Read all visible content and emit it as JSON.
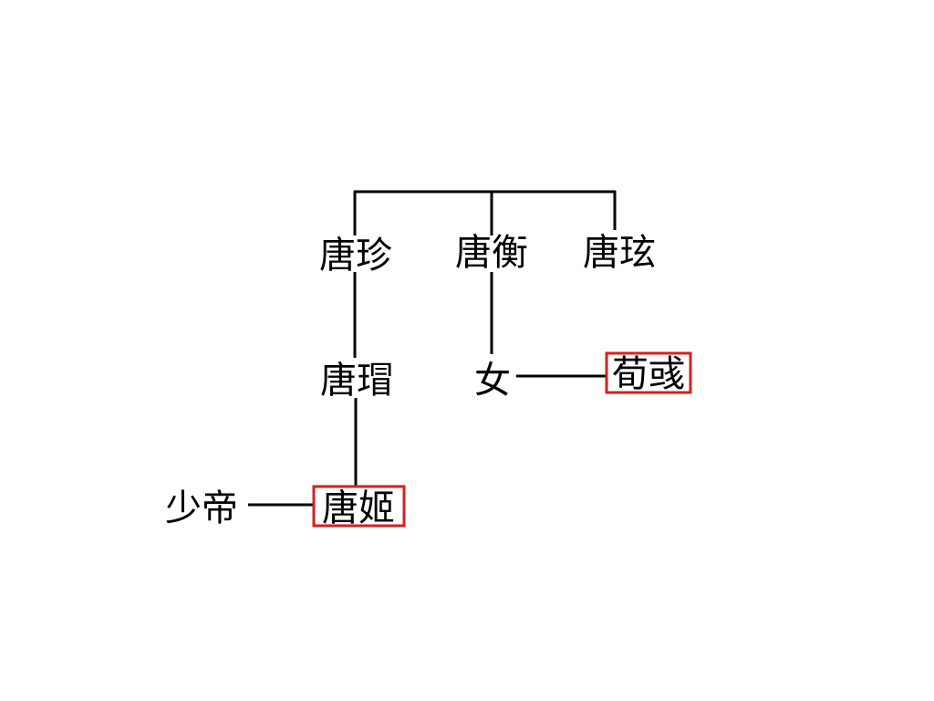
{
  "colors": {
    "line": "#000000",
    "highlight": "#d42020",
    "text": "#000000"
  },
  "people": {
    "tang_zhen": "唐珍",
    "tang_heng": "唐衡",
    "tang_xuan": "唐玹",
    "tang_mao": "唐瑁",
    "daughter": "女",
    "xun_yu": "荀彧",
    "shao_di": "少帝",
    "tang_ji": "唐姬"
  },
  "highlighted": [
    "xun_yu",
    "tang_ji"
  ]
}
